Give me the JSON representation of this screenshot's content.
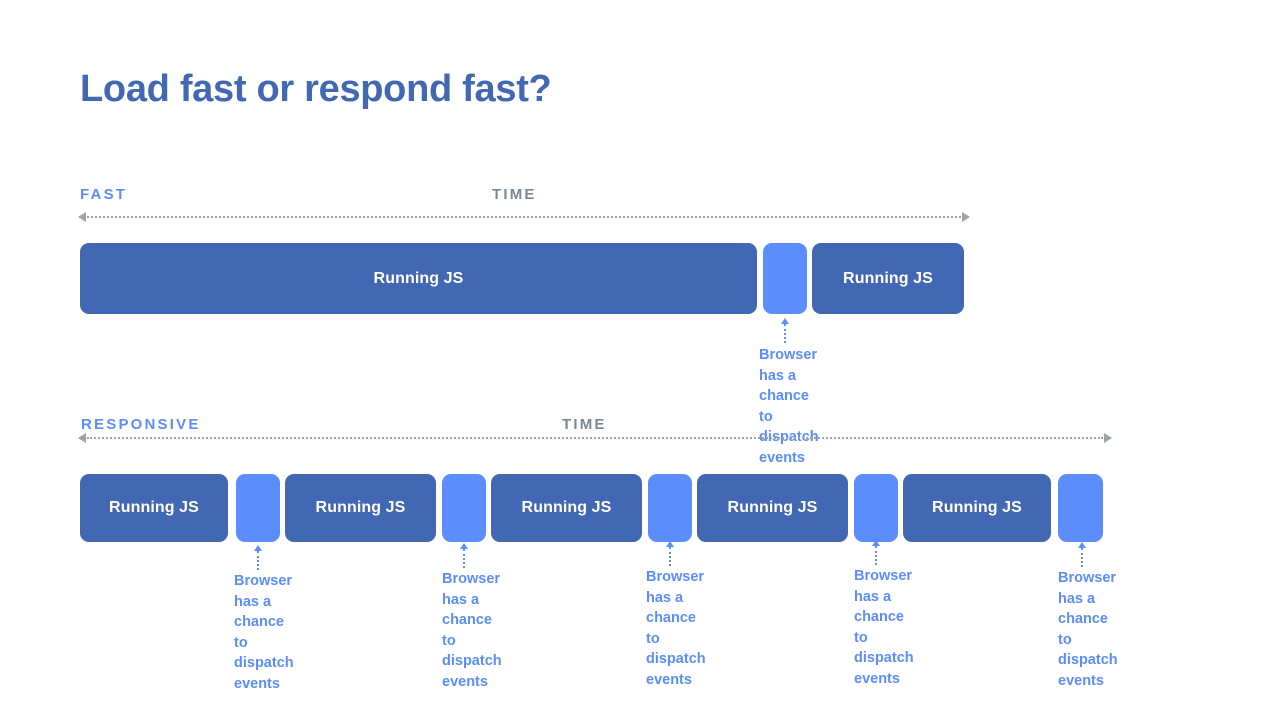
{
  "slide": {
    "title": "Load fast or respond fast?",
    "background_color": "#ffffff",
    "colors": {
      "title_blue": "#4267b3",
      "block_js": "#4267b3",
      "block_gap": "#5b8dfc",
      "axis_gray": "#7d8794",
      "accent_blue": "#5b8dfc"
    }
  },
  "rows": [
    {
      "mode_label": "FAST",
      "time_label": "TIME",
      "blocks": [
        {
          "kind": "js",
          "label": "Running JS"
        },
        {
          "kind": "gap",
          "label": ""
        },
        {
          "kind": "js",
          "label": "Running JS"
        }
      ],
      "callouts": [
        {
          "text": "Browser has a\nchance to\ndispatch events"
        }
      ]
    },
    {
      "mode_label": "RESPONSIVE",
      "time_label": "TIME",
      "blocks": [
        {
          "kind": "js",
          "label": "Running JS"
        },
        {
          "kind": "gap",
          "label": ""
        },
        {
          "kind": "js",
          "label": "Running JS"
        },
        {
          "kind": "gap",
          "label": ""
        },
        {
          "kind": "js",
          "label": "Running JS"
        },
        {
          "kind": "gap",
          "label": ""
        },
        {
          "kind": "js",
          "label": "Running JS"
        },
        {
          "kind": "gap",
          "label": ""
        },
        {
          "kind": "js",
          "label": "Running JS"
        },
        {
          "kind": "gap",
          "label": ""
        }
      ],
      "callouts": [
        {
          "text": "Browser has a\nchance to\ndispatch events"
        },
        {
          "text": "Browser has a\nchance to\ndispatch events"
        },
        {
          "text": "Browser has a\nchance to\ndispatch events"
        },
        {
          "text": "Browser has a\nchance to\ndispatch events"
        },
        {
          "text": "Browser has a\nchance to\ndispatch events"
        }
      ]
    }
  ]
}
